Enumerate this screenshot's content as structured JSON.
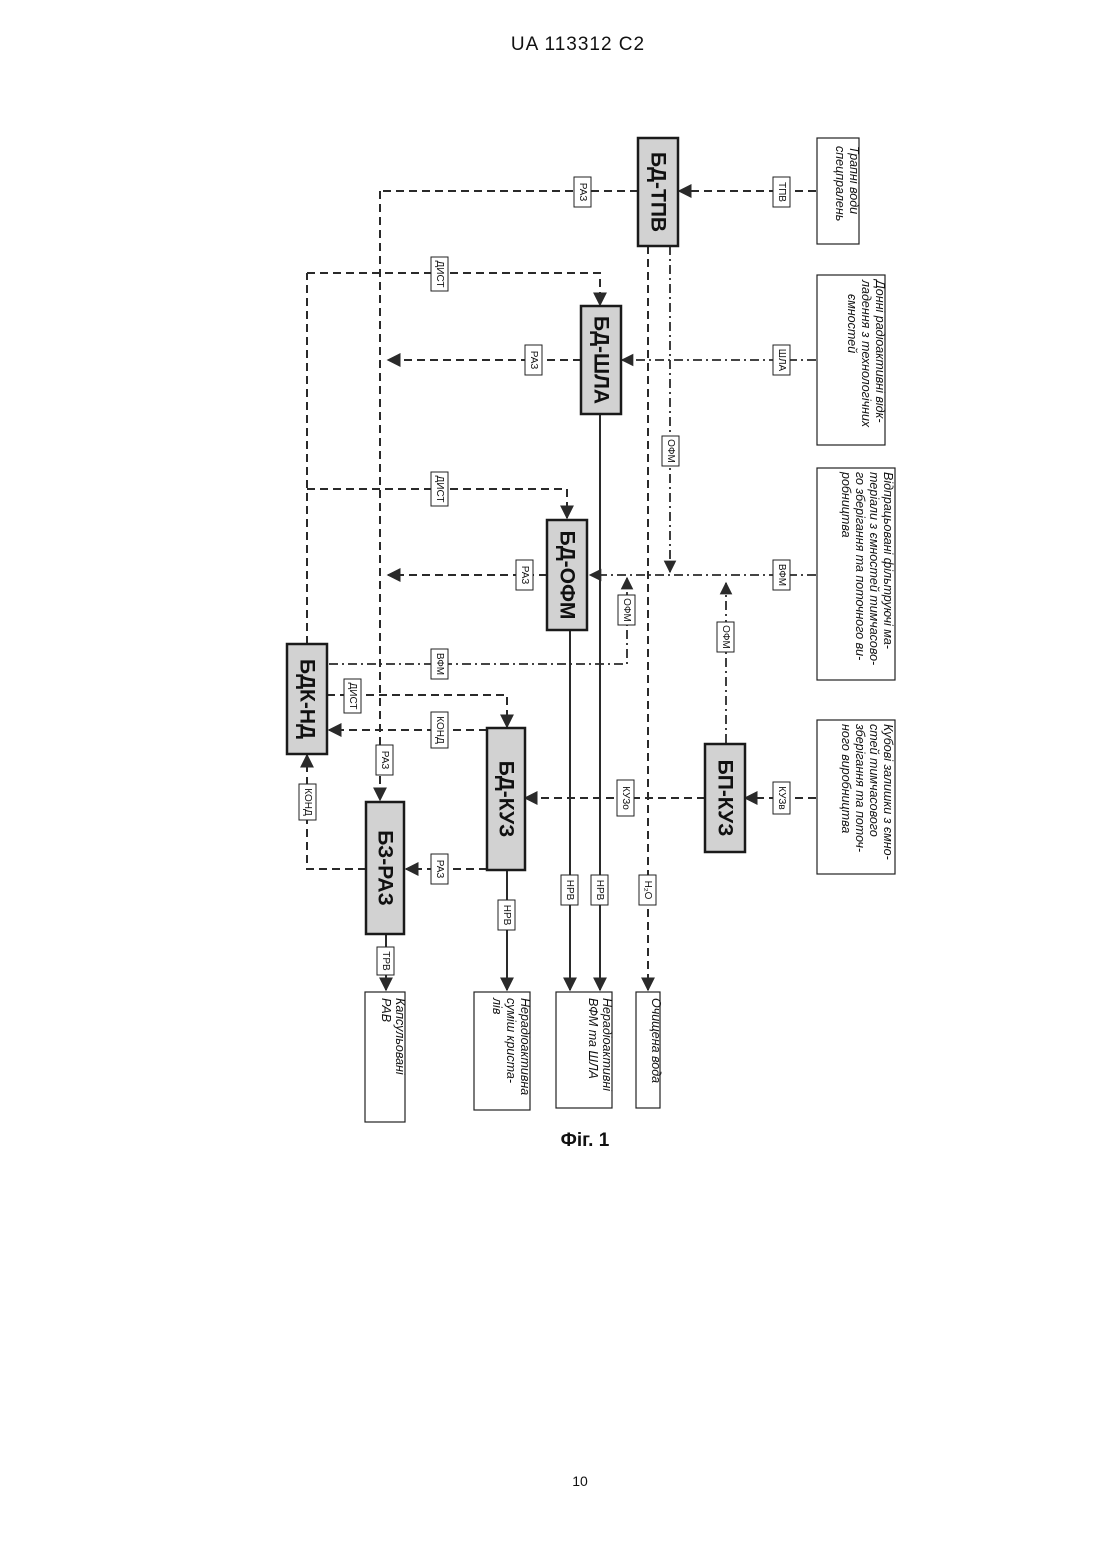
{
  "header": {
    "patent_number": "UA   113312   C2"
  },
  "figure": {
    "caption": "Фіг. 1",
    "blocks": {
      "bd_tpv": "БД-ТПВ",
      "bd_shla": "БД-ШЛА",
      "bd_ofm": "БД-ОФМ",
      "bdk_nd": "БДК-НД",
      "bp_kuz": "БП-КУЗ",
      "bd_kuz": "БД-КУЗ",
      "bz_raz": "БЗ-РАЗ"
    },
    "inputs": {
      "trapni_vody": [
        "Трапні води",
        "спецпралень"
      ],
      "donni": [
        "Донні радіоактивні відк-",
        "ладення з технологічних",
        "ємностей"
      ],
      "vidpratsovani": [
        "Відпрацьовані фільтруючі ма-",
        "теріали з ємностей тимчасово-",
        "го зберігання та поточного ви-",
        "робництва"
      ],
      "kubovi": [
        "Кубові залишки з ємно-",
        "стей тимчасового",
        "зберігання та поточ-",
        "ного виробництва"
      ]
    },
    "outputs": {
      "kapsulovani": [
        "Капсульовані",
        "РАВ"
      ],
      "neradio_sumish": [
        "Нерадіоактивна",
        "суміш    криста-",
        "лів"
      ],
      "neradio_vfm": [
        "Нерадіоактивні",
        "ВФМ та ШЛА"
      ],
      "ochyshchena": [
        "Очищена вода"
      ]
    },
    "flow_labels": {
      "tpv": "ТПВ",
      "shla": "ШЛА",
      "vfm": "ВФМ",
      "kuzv": "КУЗв",
      "kuzo": "КУЗо",
      "ofm": "ОФМ",
      "raz": "РАЗ",
      "dyst": "ДИСТ",
      "kond": "КОНД",
      "nrv": "НРВ",
      "trv": "ТРВ",
      "h2o": "H₂O"
    }
  },
  "page_number": "10"
}
